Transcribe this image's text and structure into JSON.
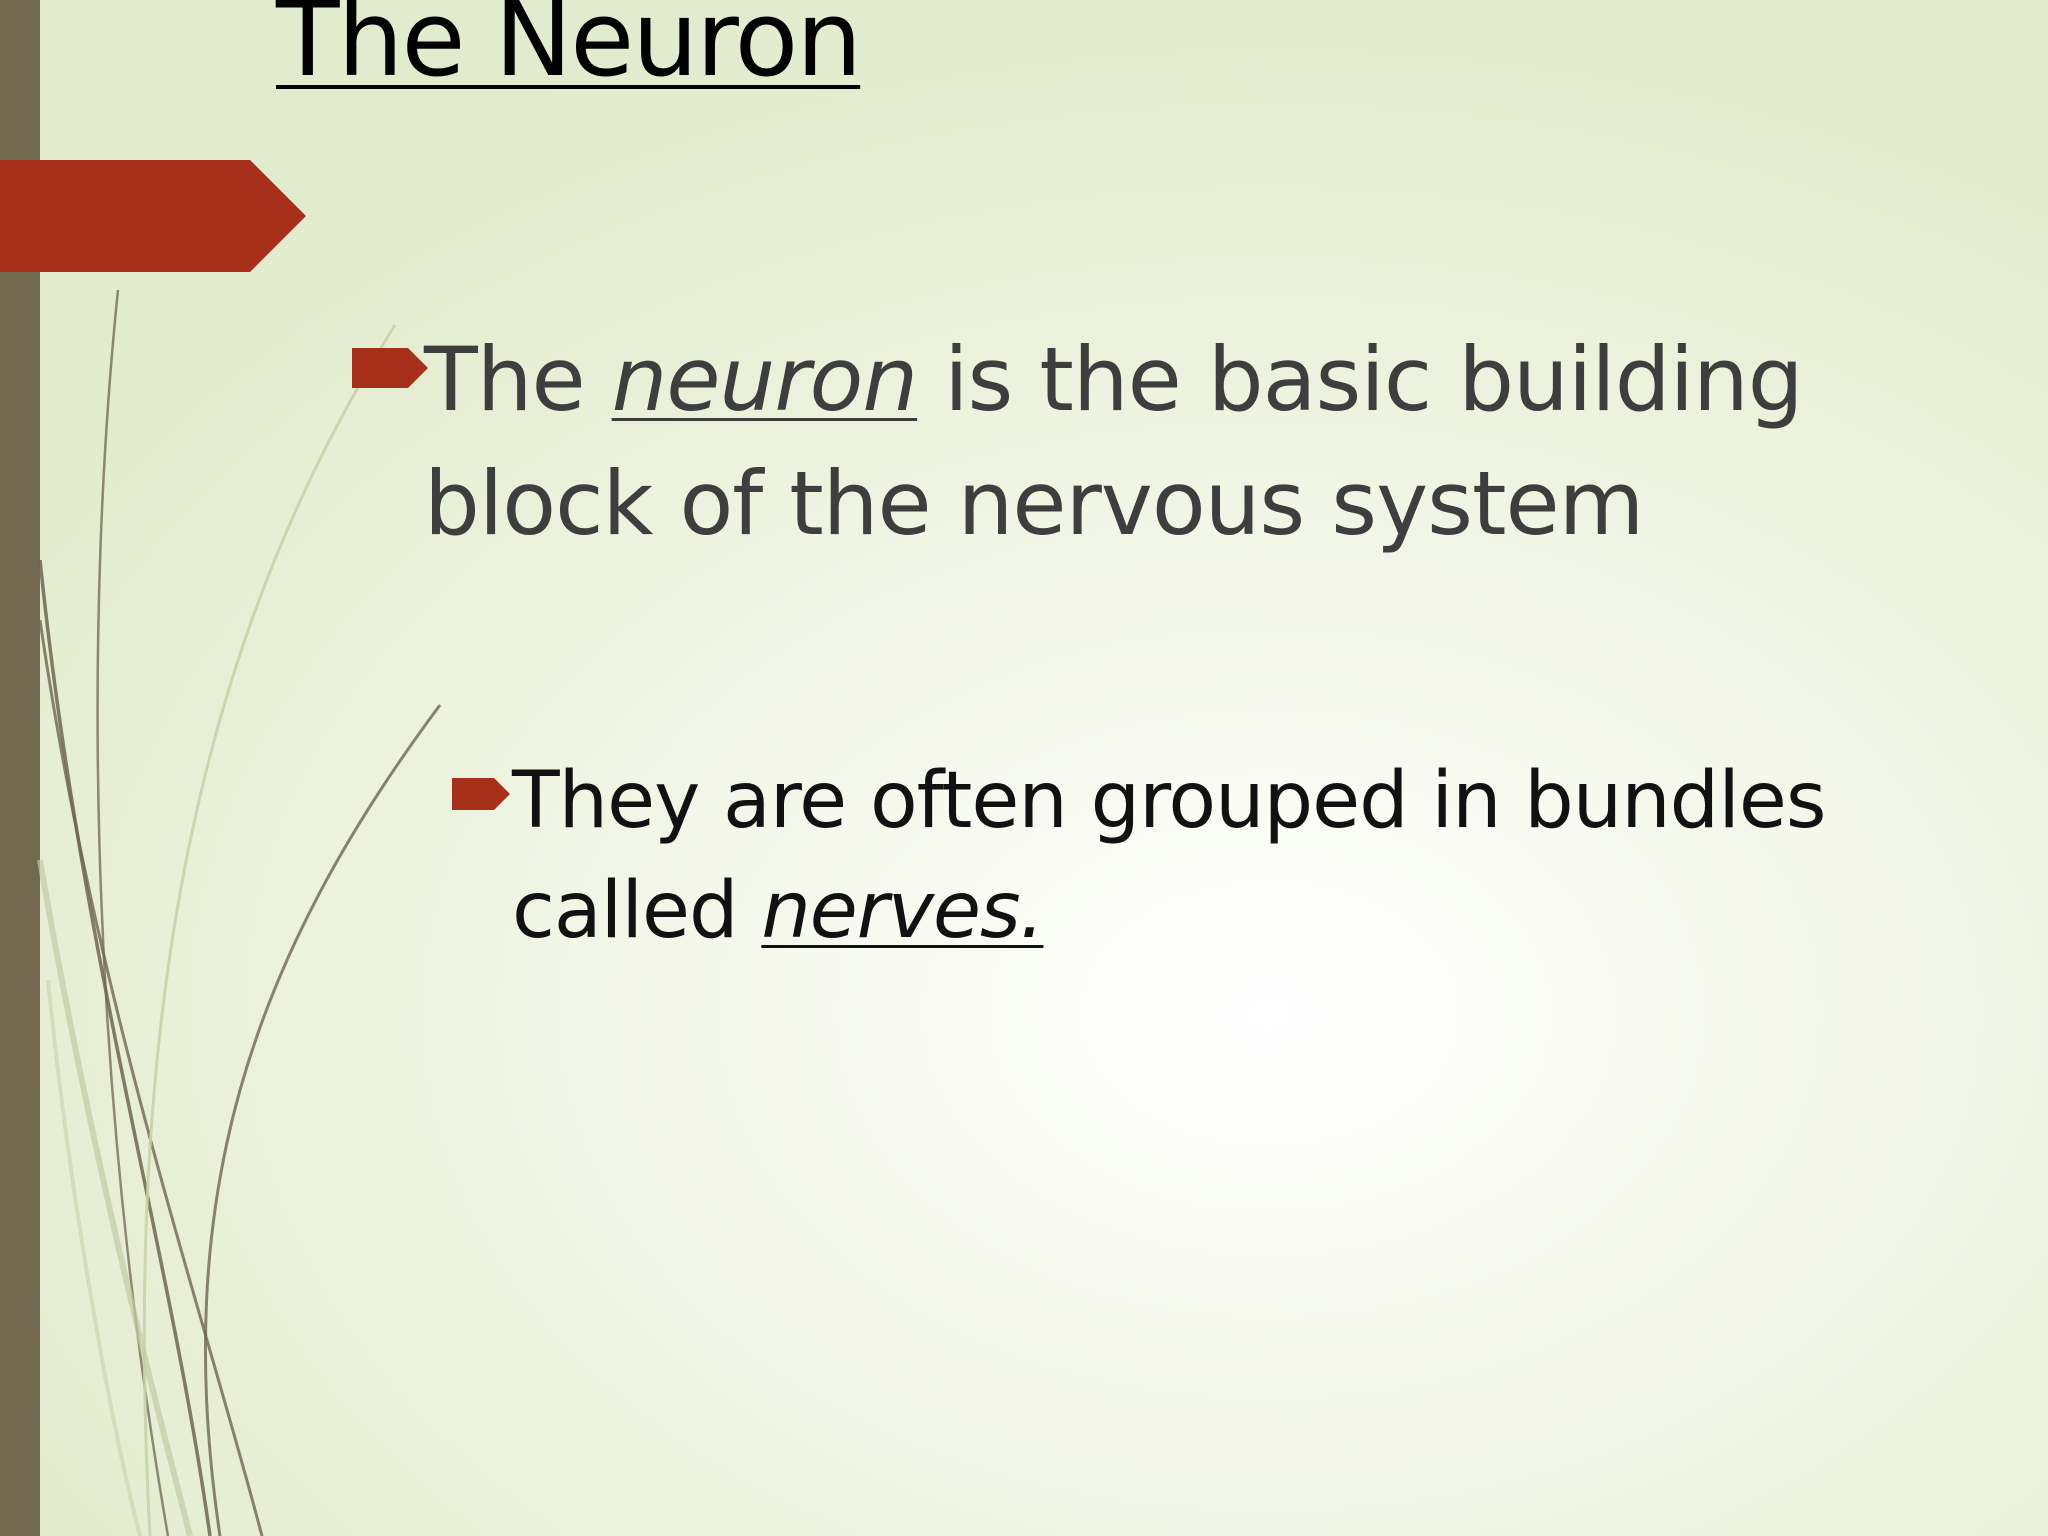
{
  "slide": {
    "title": "The Neuron",
    "bullets": [
      {
        "line1_pre": "The ",
        "line1_em": "neuron",
        "line1_post": " is the basic building",
        "line2": "block of the nervous system"
      },
      {
        "line1": "They are often grouped in bundles",
        "line2_pre": "called ",
        "line2_em": "nerves."
      }
    ]
  },
  "colors": {
    "accent": "#a6301a",
    "left_bar": "#716a51",
    "title_text": "#000000",
    "body_text": "#3e3e3e",
    "sub_text": "#111111"
  }
}
